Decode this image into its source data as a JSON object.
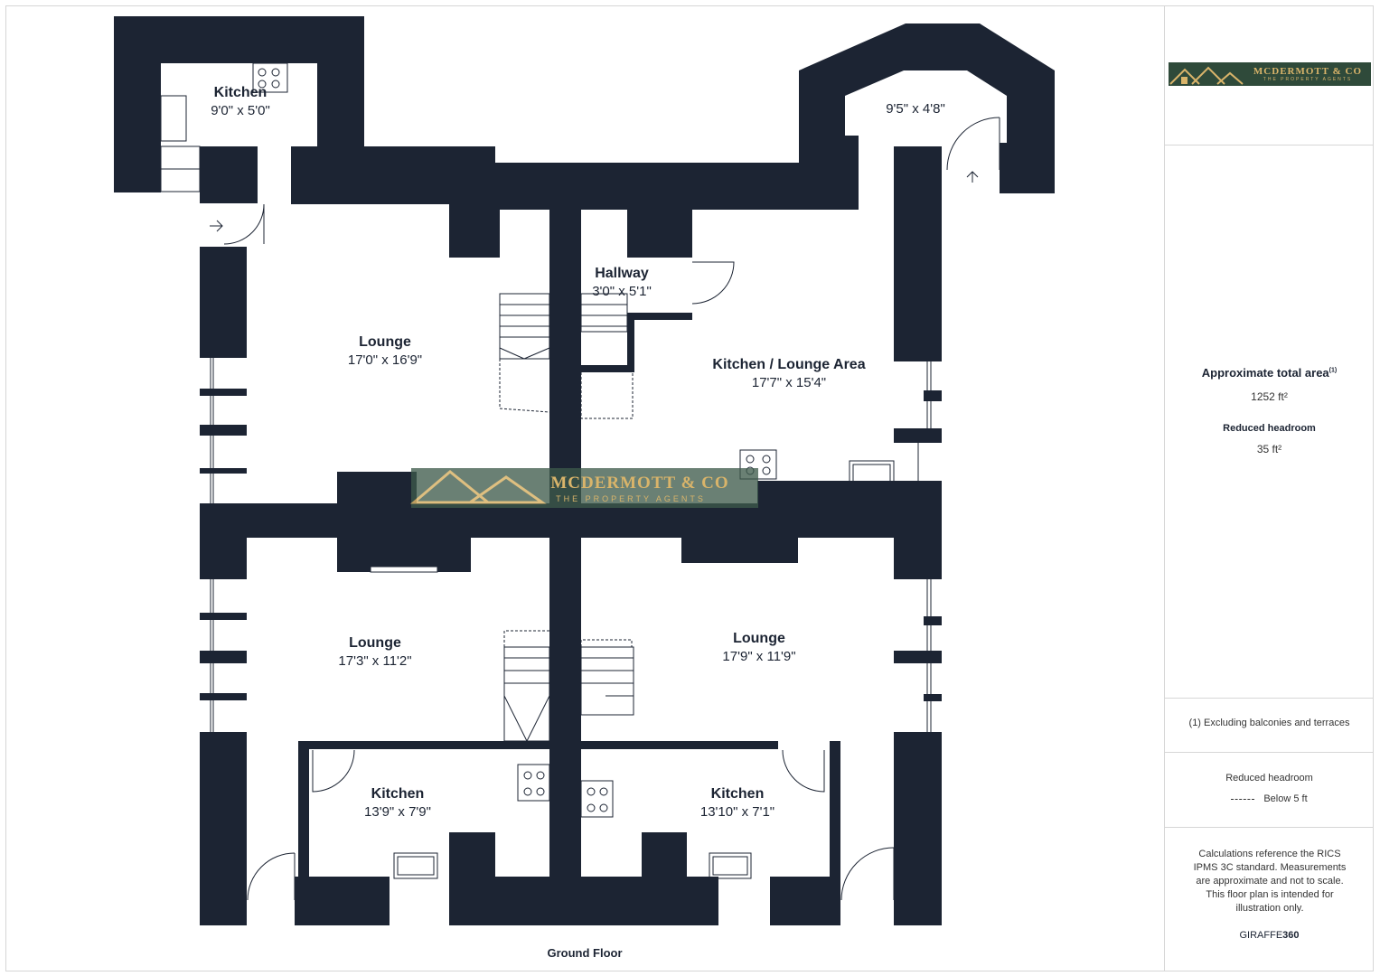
{
  "plan": {
    "floor_name": "Ground Floor",
    "rooms": [
      {
        "id": "kitchen-top-left",
        "name": "Kitchen",
        "dims": "9'0\" x 5'0\""
      },
      {
        "id": "bay-room",
        "name": "",
        "dims": "9'5\" x 4'8\""
      },
      {
        "id": "hallway",
        "name": "Hallway",
        "dims": "3'0\" x 5'1\""
      },
      {
        "id": "lounge-upper",
        "name": "Lounge",
        "dims": "17'0\" x 16'9\""
      },
      {
        "id": "kitchen-lounge-area",
        "name": "Kitchen / Lounge Area",
        "dims": "17'7\" x 15'4\""
      },
      {
        "id": "lounge-lower-left",
        "name": "Lounge",
        "dims": "17'3\" x 11'2\""
      },
      {
        "id": "lounge-lower-right",
        "name": "Lounge",
        "dims": "17'9\" x 11'9\""
      },
      {
        "id": "kitchen-bottom-left",
        "name": "Kitchen",
        "dims": "13'9\" x 7'9\""
      },
      {
        "id": "kitchen-bottom-right",
        "name": "Kitchen",
        "dims": "13'10\" x 7'1\""
      }
    ],
    "colors": {
      "wall": "#1c2433",
      "logo_bg": "#2f4a3a",
      "logo_gold": "#d9b46a"
    }
  },
  "brand": {
    "name": "MCDERMOTT & CO",
    "tagline": "THE PROPERTY AGENTS"
  },
  "sidebar": {
    "total_area_label": "Approximate total area",
    "total_area_sup": "(1)",
    "total_area_value": "1252 ft²",
    "reduced_headroom_label": "Reduced headroom",
    "reduced_headroom_value": "35 ft²",
    "footnote": "(1) Excluding balconies and terraces",
    "legend_title": "Reduced headroom",
    "legend_item": "Below 5 ft",
    "disclaimer": "Calculations reference the RICS IPMS 3C standard. Measurements are approximate and not to scale. This floor plan is intended for illustration only.",
    "credit_prefix": "GIRAFFE",
    "credit_suffix": "360"
  }
}
